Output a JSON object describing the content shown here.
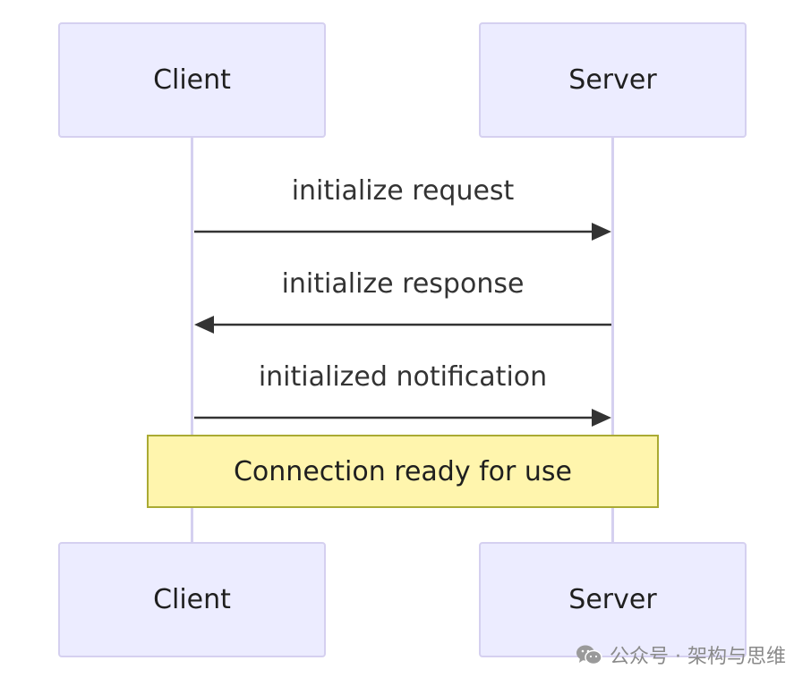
{
  "participants": {
    "client": "Client",
    "server": "Server"
  },
  "messages": [
    {
      "label": "initialize request",
      "from": "Client",
      "to": "Server"
    },
    {
      "label": "initialize response",
      "from": "Server",
      "to": "Client"
    },
    {
      "label": "initialized notification",
      "from": "Client",
      "to": "Server"
    }
  ],
  "note": {
    "text": "Connection ready for use"
  },
  "watermark": {
    "text": "公众号 · 架构与思维",
    "icon": "wechat-icon"
  },
  "colors": {
    "actor_fill": "#ececff",
    "actor_border": "#d5d0f0",
    "lifeline": "#d5d0f0",
    "arrow": "#333333",
    "note_fill": "#fff5ad",
    "note_border": "#aaaa33"
  }
}
